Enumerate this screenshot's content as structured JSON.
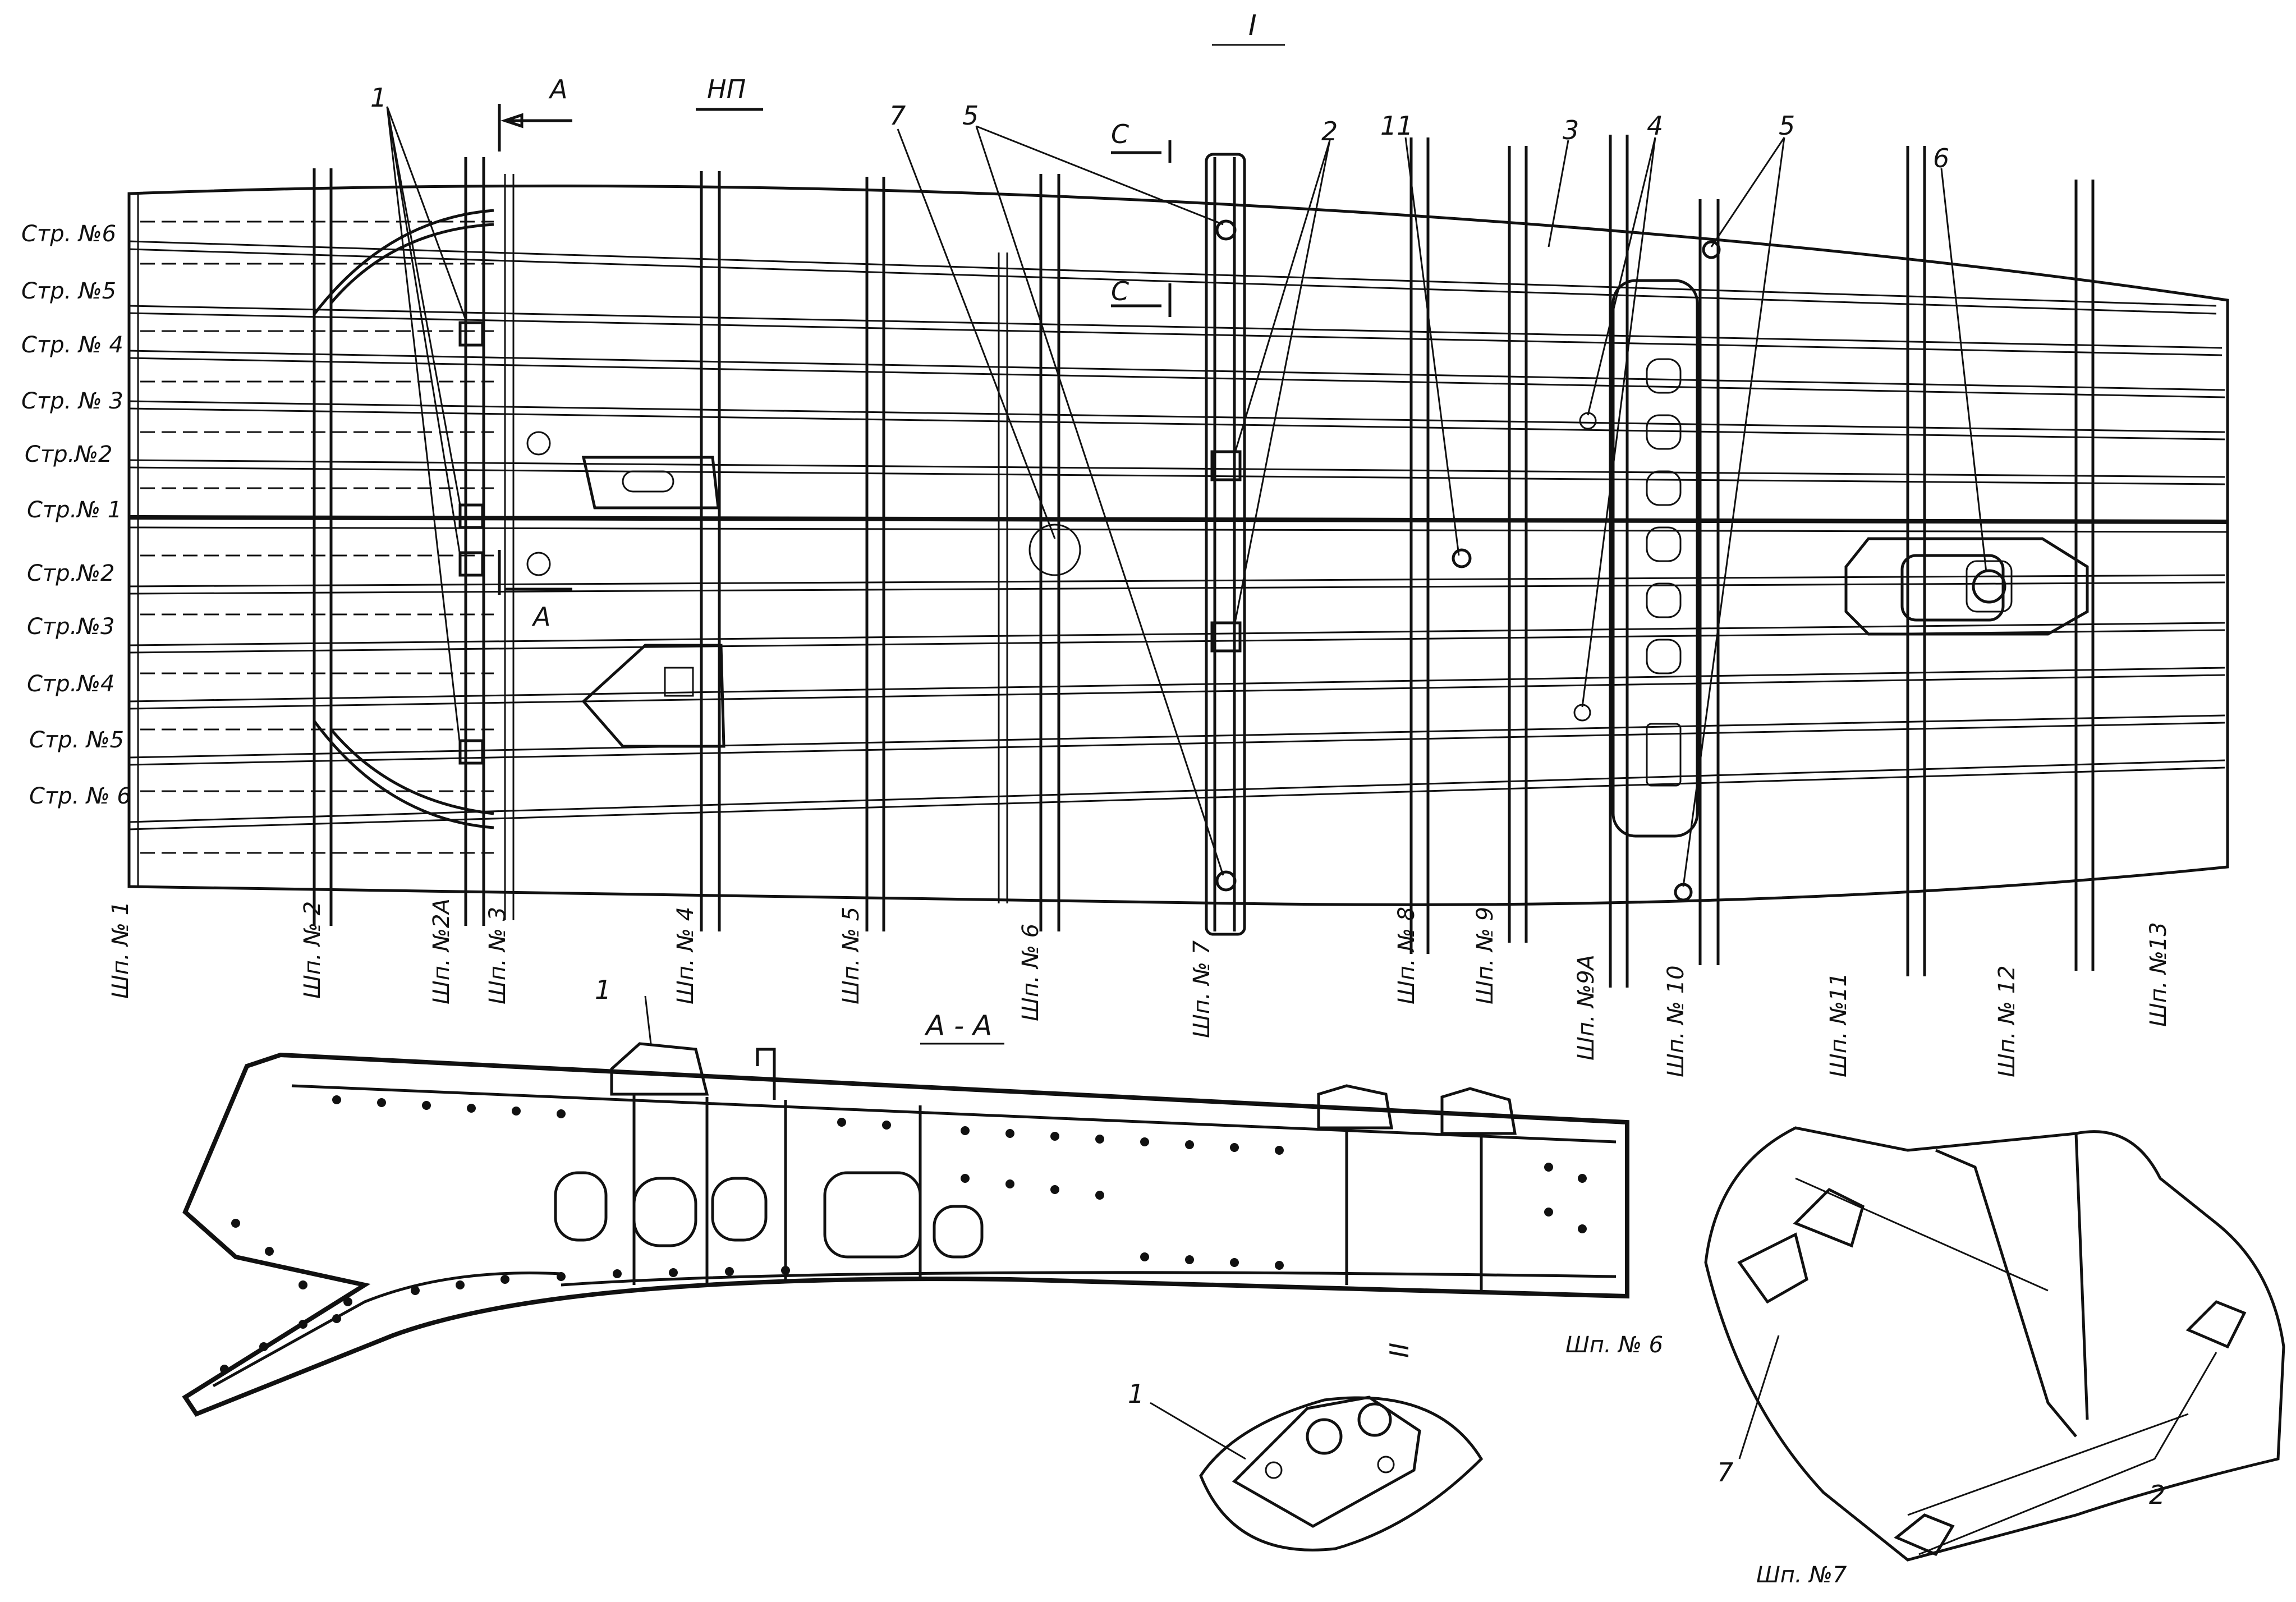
{
  "view_title": "I",
  "section_a_title": "A - A",
  "detail_ii_label": "II",
  "section_marks": {
    "a_top": "A",
    "a_bottom": "A",
    "c_top": "C",
    "c_bottom": "C"
  },
  "flight_direction": "НП",
  "stringers": [
    "Стр. №6",
    "Стр. №5",
    "Стр. № 4",
    "Стр. № 3",
    "Стр.№2",
    "Стр.№ 1",
    "Стр.№2",
    "Стр.№3",
    "Стр.№4",
    "Стр. №5",
    "Стр. № 6"
  ],
  "frames": [
    "Шп. № 1",
    "Шп. № 2",
    "Шп. №2А",
    "Шп. № 3",
    "Шп. № 4",
    "Шп. № 5",
    "Шп. № 6",
    "Шп. № 7",
    "Шп. № 8",
    "Шп. № 9",
    "Шп. №9А",
    "Шп. № 10",
    "Шп. №11",
    "Шп. № 12",
    "Шп. №13"
  ],
  "callouts_main": [
    "1",
    "7",
    "5",
    "2",
    "11",
    "3",
    "4",
    "5",
    "6"
  ],
  "callout_section_fitting": "1",
  "callout_detail_fitting": "1",
  "iso_view": {
    "frame_upper": "Шп. № 6",
    "frame_lower": "Шп. №7",
    "callout_left": "7",
    "callout_right": "2"
  }
}
